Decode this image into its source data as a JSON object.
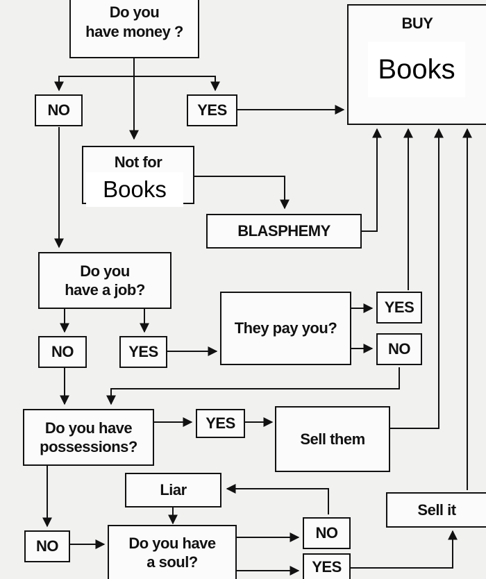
{
  "nodes": {
    "money_question": "Do you\nhave money ?",
    "buy": "BUY",
    "buy_books": "Books",
    "money_no": "NO",
    "money_yes": "YES",
    "not_for": "Not for",
    "not_for_books": "Books",
    "blasphemy": "BLASPHEMY",
    "job_question": "Do you\nhave a job?",
    "job_no": "NO",
    "job_yes": "YES",
    "pay_question": "They pay you?",
    "pay_yes": "YES",
    "pay_no": "NO",
    "possessions_question": "Do you have\npossessions?",
    "possessions_yes": "YES",
    "sell_them": "Sell them",
    "liar": "Liar",
    "sell_it": "Sell it",
    "possessions_no": "NO",
    "soul_question": "Do you have\na soul?",
    "soul_no": "NO",
    "soul_yes": "YES"
  }
}
